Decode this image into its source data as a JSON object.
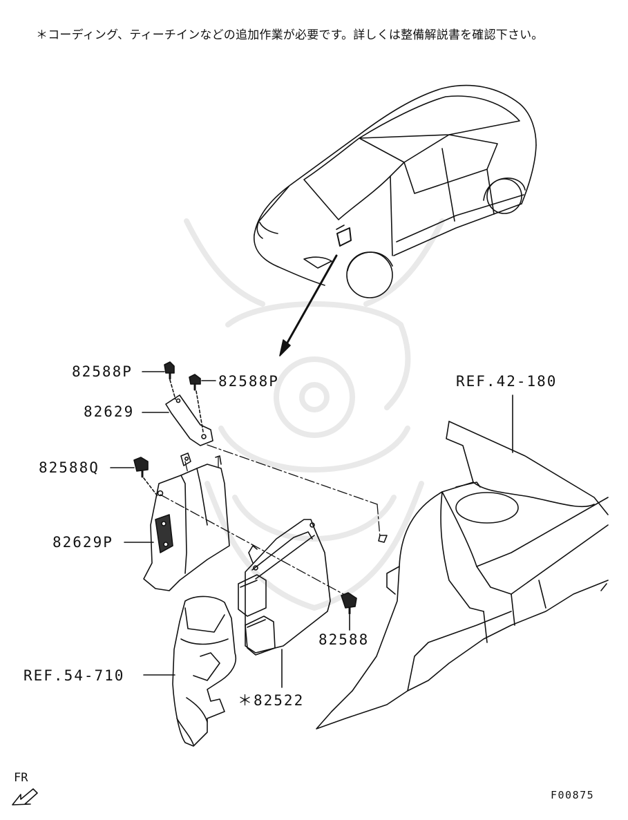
{
  "note": "＊コーディング、ティーチインなどの追加作業が必要です。詳しくは整備解説書を確認下さい。",
  "labels": {
    "p1": "82588P",
    "p2": "82588P",
    "bracket_upper": "82629",
    "bolt_q": "82588Q",
    "bracket_lower": "82629P",
    "bolt": "82588",
    "unit": "＊82522",
    "ref_body": "REF.42-180",
    "ref_duct": "REF.54-710"
  },
  "direction": "FR",
  "figure_code": "F00875"
}
